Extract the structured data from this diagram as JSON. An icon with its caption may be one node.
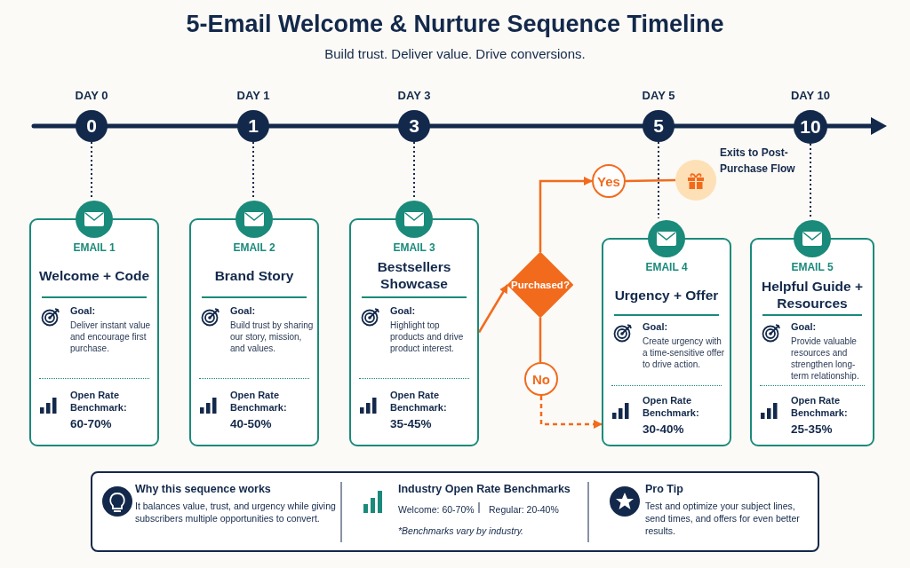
{
  "diagram": {
    "title": "5-Email Welcome & Nurture Sequence Timeline",
    "nodes": [
      {
        "text": [
          "0"
        ],
        "beside": [
          "DAY 0"
        ]
      },
      {
        "text": [
          "1"
        ],
        "beside": [
          "DAY 1"
        ]
      },
      {
        "text": [
          "3"
        ],
        "beside": [
          "DAY 3"
        ]
      },
      {
        "text": [
          "5"
        ],
        "beside": [
          "DAY 5"
        ]
      },
      {
        "text": [
          "10"
        ],
        "beside": [
          "DAY 10"
        ]
      },
      {
        "text": [
          "EMAIL 1",
          "Welcome + Code",
          "Goal:",
          "Deliver instant value and encourage first purchase.",
          "Open Rate Benchmark:",
          "60-70%"
        ]
      },
      {
        "text": [
          "EMAIL 2",
          "Brand Story",
          "Goal:",
          "Build trust by sharing our story, mission, and values.",
          "Open Rate Benchmark:",
          "40-50%"
        ]
      },
      {
        "text": [
          "EMAIL 3",
          "Bestsellers Showcase",
          "Goal:",
          "Highlight top products and drive product interest.",
          "Open Rate Benchmark:",
          "35-45%"
        ]
      },
      {
        "text": [
          "EMAIL 4",
          "Urgency + Offer",
          "Goal:",
          "Create urgency with a time-sensitive offer to drive action.",
          "Open Rate Benchmark:",
          "30-40%"
        ]
      },
      {
        "text": [
          "EMAIL 5",
          "Helpful Guide + Resources",
          "Goal:",
          "Provide valuable resources and strengthen long-term relationship.",
          "Open Rate Benchmark:",
          "25-35%"
        ]
      },
      {
        "text": [
          "Purchased?"
        ]
      },
      {
        "text": [
          "Yes"
        ]
      },
      {
        "text": [
          "No"
        ]
      },
      {
        "text": [],
        "shape": "circle",
        "beside": [
          "Exits to Post-Purchase Flow"
        ]
      },
      {
        "text": [
          "Why this sequence works",
          "It balances value, trust, and urgency while giving subscribers multiple opportunities to convert.",
          "Industry Open Rate Benchmarks",
          "Welcome: 60-70%",
          "Regular: 20-40%",
          "*Benchmarks vary by industry.",
          "Pro Tip",
          "Test and optimize your subject lines, send times, and offers for even better results."
        ]
      }
    ],
    "edges": [
      {
        "from": 0,
        "to": 5,
        "arrow": "none",
        "style": "dashed"
      },
      {
        "from": 1,
        "to": 6,
        "arrow": "none",
        "style": "dashed"
      },
      {
        "from": 2,
        "to": 7,
        "arrow": "none",
        "style": "dashed"
      },
      {
        "from": 3,
        "to": 8,
        "arrow": "none",
        "style": "dashed"
      },
      {
        "from": 4,
        "to": 9,
        "arrow": "none",
        "style": "dashed"
      },
      {
        "from": 7,
        "to": 10,
        "arrow": "to",
        "color": "#f26b1d"
      },
      {
        "from": 10,
        "to": 11,
        "arrow": "to",
        "color": "#f26b1d"
      },
      {
        "from": 11,
        "to": 13,
        "arrow": "none",
        "color": "#f26b1d"
      },
      {
        "from": 10,
        "to": 12,
        "arrow": "none",
        "color": "#f26b1d"
      },
      {
        "from": 12,
        "to": 8,
        "arrow": "to",
        "style": "dashed",
        "color": "#f26b1d"
      }
    ],
    "labels": [
      "Build trust. Deliver value. Drive conversions."
    ]
  }
}
